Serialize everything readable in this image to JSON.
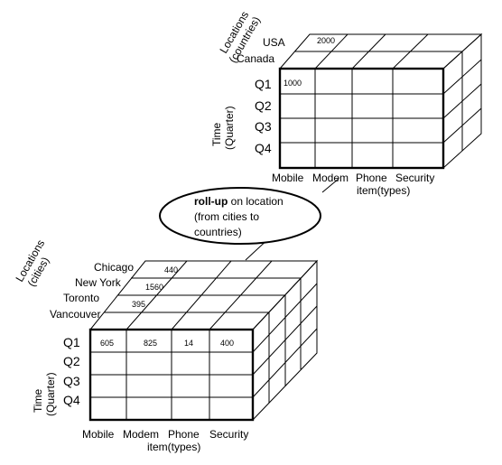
{
  "top_cube": {
    "locations_axis": [
      "Locations",
      "(countries)"
    ],
    "time_axis": [
      "Time",
      "(Quarter)"
    ],
    "locations": [
      "USA",
      "Canada"
    ],
    "quarters": [
      "Q1",
      "Q2",
      "Q3",
      "Q4"
    ],
    "items": [
      "Mobile",
      "Modem",
      "Phone",
      "Security"
    ],
    "items_axis": "item(types)",
    "values": {
      "back_usa": "2000",
      "front_q1_mobile": "1000"
    }
  },
  "operation": {
    "keyword": "roll-up",
    "line1_rest": " on location",
    "line2": "(from cities to",
    "line3": "countries)"
  },
  "bottom_cube": {
    "locations_axis": [
      "Locations",
      "(cities)"
    ],
    "time_axis": [
      "Time",
      "(Quarter)"
    ],
    "locations": [
      "Chicago",
      "New York",
      "Toronto",
      "Vancouver"
    ],
    "quarters": [
      "Q1",
      "Q2",
      "Q3",
      "Q4"
    ],
    "items": [
      "Mobile",
      "Modem",
      "Phone",
      "Security"
    ],
    "items_axis": "item(types)",
    "values": {
      "chicago": "440",
      "new_york": "1560",
      "toronto": "395",
      "q1_mobile": "605",
      "q1_modem": "825",
      "q1_phone": "14",
      "q1_security": "400"
    }
  }
}
